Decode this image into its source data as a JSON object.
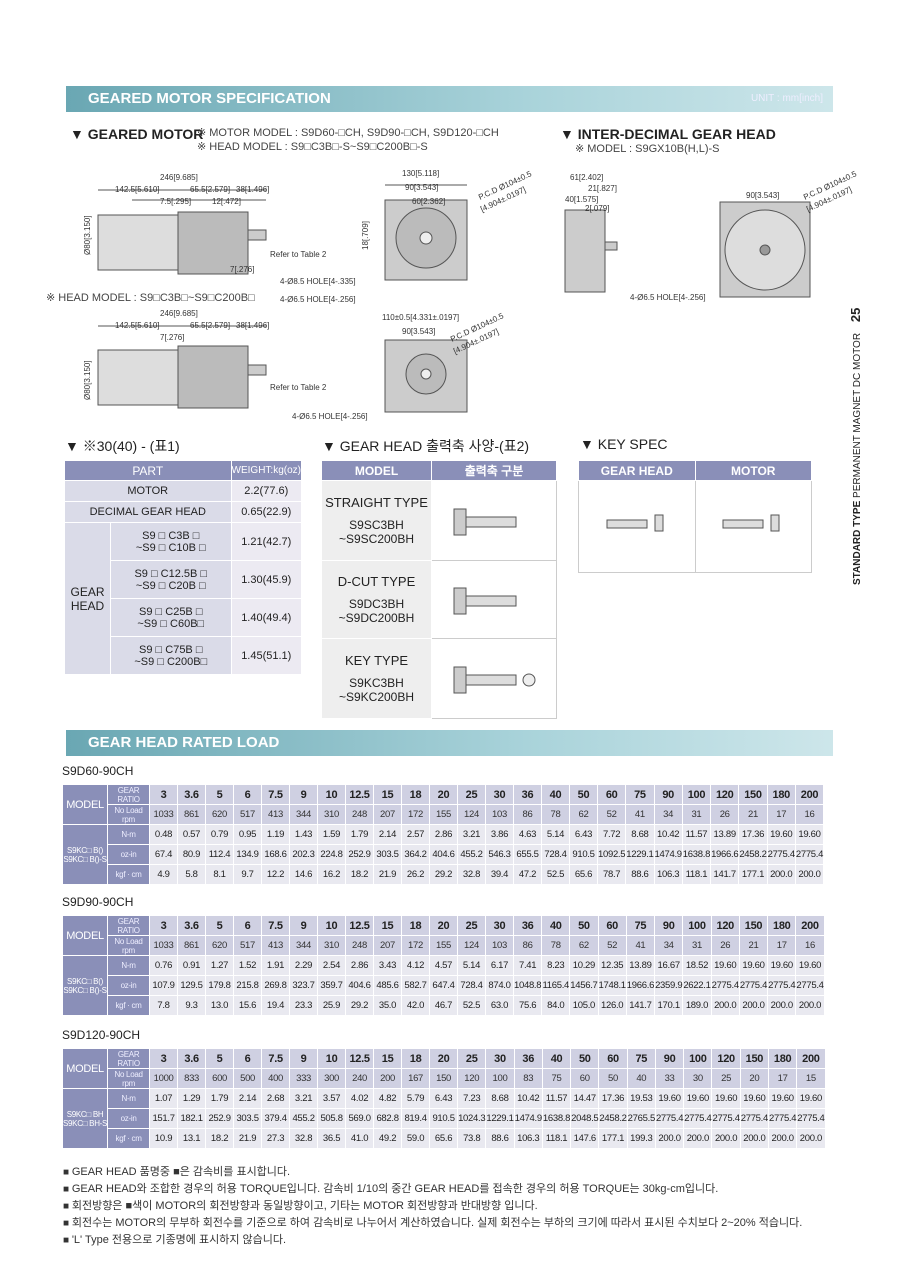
{
  "header": {
    "title": "GEARED MOTOR SPECIFICATION",
    "unit": "UNIT : mm[inch]"
  },
  "geared_motor": {
    "title": "▼ GEARED MOTOR",
    "motor_model": "※ MOTOR MODEL : S9D60-□CH, S9D90-□CH, S9D120-□CH",
    "head_model": "※ HEAD MODEL : S9□C3B□-S~S9□C200B□-S",
    "head_model2": "※ HEAD MODEL : S9□C3B□~S9□C200B□"
  },
  "inter": {
    "title": "▼ INTER-DECIMAL GEAR HEAD",
    "model": "※ MODEL : S9GX10B(H,L)-S"
  },
  "dims": {
    "d1": "246[9.685]",
    "d2": "142.5[5.610]",
    "d3": "65.5[2.579]",
    "d4": "38[1.496]",
    "d5": "7.5[.295]",
    "d6": "12[.472]",
    "d7": "130[5.118]",
    "d8": "90[3.543]",
    "d9": "60[2.362]",
    "d10": "4-Ø8.5 HOLE[4-.335]",
    "d11": "4-Ø6.5 HOLE[4-.256]",
    "d12": "110±0.5[4.331±.0197]",
    "d13": "P.C.D Ø104±0.5",
    "d14": "[4.904±.0197]",
    "d15": "Ø80[3.150]",
    "d16": "7[.276]",
    "d17": "18[.709]",
    "d18": "Refer to Table 2",
    "d19": "61[2.402]",
    "d20": "21[.827]",
    "d21": "40[1.575]",
    "d22": "2[.079]",
    "d23": "90[3.543]",
    "d24": "4-Ø6.5 HOLE[4-.256]"
  },
  "table1": {
    "title": "▼ ※30(40) - (표1)",
    "col1": "PART",
    "col2": "WEIGHT:kg(oz)",
    "rows": [
      {
        "part": "MOTOR",
        "w": "2.2(77.6)"
      },
      {
        "part": "DECIMAL GEAR HEAD",
        "w": "0.65(22.9)"
      }
    ],
    "gear_label": "GEAR HEAD",
    "gear_rows": [
      {
        "a": "S9 □ C3B □",
        "b": "~S9 □ C10B □",
        "w": "1.21(42.7)"
      },
      {
        "a": "S9 □ C12.5B □",
        "b": "~S9 □ C20B □",
        "w": "1.30(45.9)"
      },
      {
        "a": "S9 □ C25B □",
        "b": "~S9 □ C60B□",
        "w": "1.40(49.4)"
      },
      {
        "a": "S9 □ C75B □",
        "b": "~S9 □ C200B□",
        "w": "1.45(51.1)"
      }
    ]
  },
  "table2": {
    "title": "▼ GEAR HEAD 출력축 사양-(표2)",
    "col1": "MODEL",
    "col2": "출력축 구분",
    "types": [
      {
        "type": "STRAIGHT TYPE",
        "m1": "S9SC3BH",
        "m2": "~S9SC200BH"
      },
      {
        "type": "D-CUT TYPE",
        "m1": "S9DC3BH",
        "m2": "~S9DC200BH"
      },
      {
        "type": "KEY TYPE",
        "m1": "S9KC3BH",
        "m2": "~S9KC200BH"
      }
    ]
  },
  "keyspec": {
    "title": "▼ KEY SPEC",
    "c1": "GEAR HEAD",
    "c2": "MOTOR"
  },
  "load": {
    "banner": "GEAR HEAD RATED LOAD",
    "ratios": [
      "3",
      "3.6",
      "5",
      "6",
      "7.5",
      "9",
      "10",
      "12.5",
      "15",
      "18",
      "20",
      "25",
      "30",
      "36",
      "40",
      "50",
      "60",
      "75",
      "90",
      "100",
      "120",
      "150",
      "180",
      "200"
    ],
    "tables": [
      {
        "name": "S9D60-90CH",
        "model": "MODEL",
        "motor": "S9KC□ B()\nS9KC□ B()-S",
        "rpm": [
          "1033",
          "861",
          "620",
          "517",
          "413",
          "344",
          "310",
          "248",
          "207",
          "172",
          "155",
          "124",
          "103",
          "86",
          "78",
          "62",
          "52",
          "41",
          "34",
          "31",
          "26",
          "21",
          "17",
          "16"
        ],
        "nm": [
          "0.48",
          "0.57",
          "0.79",
          "0.95",
          "1.19",
          "1.43",
          "1.59",
          "1.79",
          "2.14",
          "2.57",
          "2.86",
          "3.21",
          "3.86",
          "4.63",
          "5.14",
          "6.43",
          "7.72",
          "8.68",
          "10.42",
          "11.57",
          "13.89",
          "17.36",
          "19.60",
          "19.60"
        ],
        "oz": [
          "67.4",
          "80.9",
          "112.4",
          "134.9",
          "168.6",
          "202.3",
          "224.8",
          "252.9",
          "303.5",
          "364.2",
          "404.6",
          "455.2",
          "546.3",
          "655.5",
          "728.4",
          "910.5",
          "1092.5",
          "1229.1",
          "1474.9",
          "1638.8",
          "1966.6",
          "2458.2",
          "2775.4",
          "2775.4"
        ],
        "kgf": [
          "4.9",
          "5.8",
          "8.1",
          "9.7",
          "12.2",
          "14.6",
          "16.2",
          "18.2",
          "21.9",
          "26.2",
          "29.2",
          "32.8",
          "39.4",
          "47.2",
          "52.5",
          "65.6",
          "78.7",
          "88.6",
          "106.3",
          "118.1",
          "141.7",
          "177.1",
          "200.0",
          "200.0"
        ]
      },
      {
        "name": "S9D90-90CH",
        "model": "MODEL",
        "motor": "S9KC□ B()\nS9KC□ B()-S",
        "rpm": [
          "1033",
          "861",
          "620",
          "517",
          "413",
          "344",
          "310",
          "248",
          "207",
          "172",
          "155",
          "124",
          "103",
          "86",
          "78",
          "62",
          "52",
          "41",
          "34",
          "31",
          "26",
          "21",
          "17",
          "16"
        ],
        "nm": [
          "0.76",
          "0.91",
          "1.27",
          "1.52",
          "1.91",
          "2.29",
          "2.54",
          "2.86",
          "3.43",
          "4.12",
          "4.57",
          "5.14",
          "6.17",
          "7.41",
          "8.23",
          "10.29",
          "12.35",
          "13.89",
          "16.67",
          "18.52",
          "19.60",
          "19.60",
          "19.60",
          "19.60"
        ],
        "oz": [
          "107.9",
          "129.5",
          "179.8",
          "215.8",
          "269.8",
          "323.7",
          "359.7",
          "404.6",
          "485.6",
          "582.7",
          "647.4",
          "728.4",
          "874.0",
          "1048.8",
          "1165.4",
          "1456.7",
          "1748.1",
          "1966.6",
          "2359.9",
          "2622.1",
          "2775.4",
          "2775.4",
          "2775.4",
          "2775.4"
        ],
        "kgf": [
          "7.8",
          "9.3",
          "13.0",
          "15.6",
          "19.4",
          "23.3",
          "25.9",
          "29.2",
          "35.0",
          "42.0",
          "46.7",
          "52.5",
          "63.0",
          "75.6",
          "84.0",
          "105.0",
          "126.0",
          "141.7",
          "170.1",
          "189.0",
          "200.0",
          "200.0",
          "200.0",
          "200.0"
        ]
      },
      {
        "name": "S9D120-90CH",
        "model": "MODEL",
        "motor": "S9KC□ BH\nS9KC□ BH-S",
        "rpm": [
          "1000",
          "833",
          "600",
          "500",
          "400",
          "333",
          "300",
          "240",
          "200",
          "167",
          "150",
          "120",
          "100",
          "83",
          "75",
          "60",
          "50",
          "40",
          "33",
          "30",
          "25",
          "20",
          "17",
          "15"
        ],
        "nm": [
          "1.07",
          "1.29",
          "1.79",
          "2.14",
          "2.68",
          "3.21",
          "3.57",
          "4.02",
          "4.82",
          "5.79",
          "6.43",
          "7.23",
          "8.68",
          "10.42",
          "11.57",
          "14.47",
          "17.36",
          "19.53",
          "19.60",
          "19.60",
          "19.60",
          "19.60",
          "19.60",
          "19.60"
        ],
        "oz": [
          "151.7",
          "182.1",
          "252.9",
          "303.5",
          "379.4",
          "455.2",
          "505.8",
          "569.0",
          "682.8",
          "819.4",
          "910.5",
          "1024.3",
          "1229.1",
          "1474.9",
          "1638.8",
          "2048.5",
          "2458.2",
          "2765.5",
          "2775.4",
          "2775.4",
          "2775.4",
          "2775.4",
          "2775.4",
          "2775.4"
        ],
        "kgf": [
          "10.9",
          "13.1",
          "18.2",
          "21.9",
          "27.3",
          "32.8",
          "36.5",
          "41.0",
          "49.2",
          "59.0",
          "65.6",
          "73.8",
          "88.6",
          "106.3",
          "118.1",
          "147.6",
          "177.1",
          "199.3",
          "200.0",
          "200.0",
          "200.0",
          "200.0",
          "200.0",
          "200.0"
        ]
      }
    ],
    "labels": {
      "ratio": "GEAR RATIO",
      "rpm": "No Load rpm",
      "nm": "N-m",
      "oz": "oz-in",
      "kgf": "kgf · cm"
    }
  },
  "notes": [
    "GEAR HEAD 품명중 ■은 감속비를 표시합니다.",
    "GEAR HEAD와 조합한 경우의 허용 TORQUE입니다. 감속비 1/10의 중간 GEAR HEAD를 접속한 경우의 허용 TORQUE는 30kg-cm입니다.",
    "회전방향은 ■색이 MOTOR의 회전방향과 동일방향이고, 기타는 MOTOR 회전방향과 반대방향 입니다.",
    "회전수는 MOTOR의 무부하 회전수를 기준으로 하여 감속비로 나누어서 계산하였습니다. 실제 회전수는 부하의 크기에 따라서 표시된 수치보다 2~20% 적습니다.",
    "'L' Type 전용으로 기종명에 표시하지 않습니다."
  ],
  "side": {
    "page": "25",
    "label_bold": "STANDARD TYPE",
    "label": "PERMANENT MAGNET DC MOTOR"
  }
}
